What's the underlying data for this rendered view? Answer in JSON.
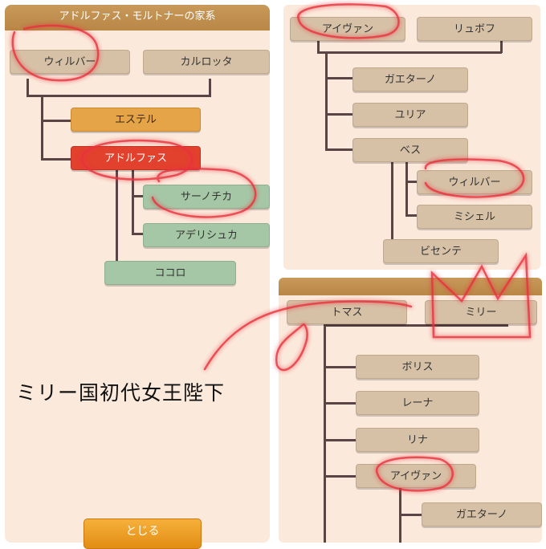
{
  "panel1": {
    "title": "アドルファス・モルトナーの家系",
    "nodes": [
      "ウィルバー",
      "カルロッタ",
      "エステル",
      "アドルファス",
      "サーノチカ",
      "アデリシュカ",
      "ココロ"
    ],
    "close_button": "とじる"
  },
  "panel2": {
    "nodes": [
      "アイヴァン",
      "リュボフ",
      "ガエターノ",
      "ユリア",
      "ベス",
      "ウィルバー",
      "ミシェル",
      "ビセンテ"
    ]
  },
  "panel3": {
    "nodes": [
      "トマス",
      "ミリー",
      "ボリス",
      "レーナ",
      "リナ",
      "アイヴァン",
      "ガエターノ"
    ]
  },
  "caption": "ミリー国初代女王陛下",
  "colors": {
    "tan": "#d7c1a6",
    "orange": "#e6a448",
    "red": "#e2412d",
    "green": "#a6c7a6",
    "header": "#c8995a",
    "annotation": "#e8323c"
  }
}
